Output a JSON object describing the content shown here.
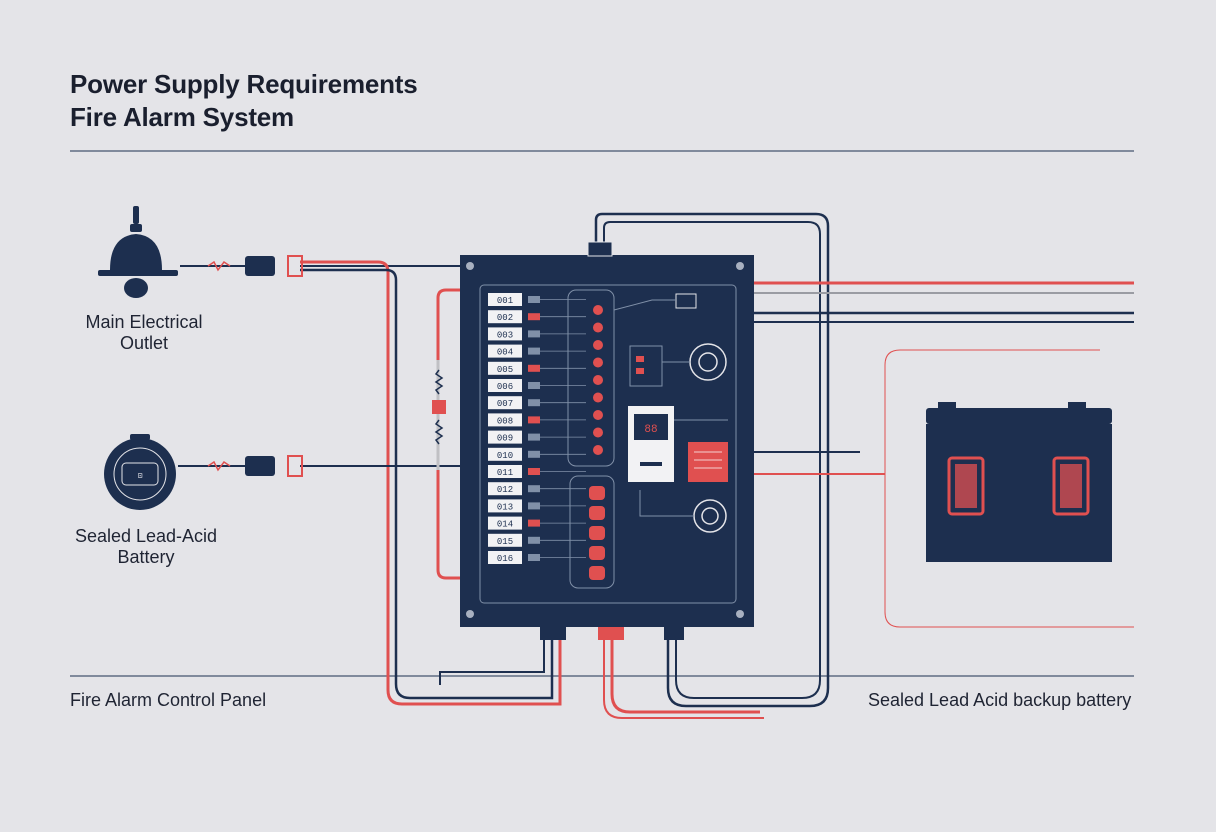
{
  "title": {
    "line1": "Power Supply Requirements",
    "line2": "Fire Alarm System"
  },
  "labels": {
    "outlet_line1": "Main Electrical",
    "outlet_line2": "Outlet",
    "battery_line1": "Sealed Lead-Acid",
    "battery_line2": "Battery",
    "panel_caption": "Fire Alarm Control Panel",
    "backup_caption": "Sealed Lead Acid backup battery"
  },
  "panel": {
    "zone_labels": [
      "001",
      "002",
      "003",
      "004",
      "005",
      "006",
      "007",
      "008",
      "009",
      "010",
      "011",
      "012",
      "013",
      "014",
      "015",
      "016"
    ]
  },
  "colors": {
    "navy": "#1d2f4f",
    "red": "#e05050",
    "background": "#e4e4e8",
    "grey_wire": "#9a9ca3"
  },
  "icons": [
    "bell-icon",
    "battery-icon",
    "plug-icon",
    "fuse-icon",
    "display-icon",
    "terminal-icon"
  ]
}
